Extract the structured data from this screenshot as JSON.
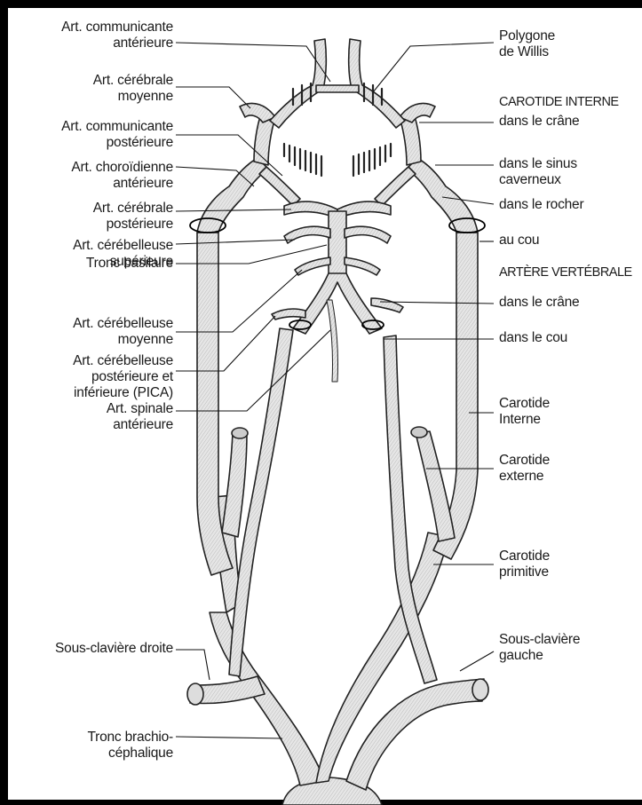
{
  "labels_left": [
    {
      "id": "comm_ant",
      "lines": [
        "Art. communicante",
        "antérieure"
      ]
    },
    {
      "id": "cer_moy",
      "lines": [
        "Art. cérébrale",
        "moyenne"
      ]
    },
    {
      "id": "comm_post",
      "lines": [
        "Art. communicante",
        "postérieure"
      ]
    },
    {
      "id": "choroid",
      "lines": [
        "Art. choroïdienne",
        "antérieure"
      ]
    },
    {
      "id": "cer_post",
      "lines": [
        "Art. cérébrale",
        "postérieure"
      ]
    },
    {
      "id": "cbl_sup",
      "lines": [
        "Art. cérébelleuse",
        "supérieure"
      ]
    },
    {
      "id": "tronc_bas",
      "lines": [
        "Tronc basilaire"
      ]
    },
    {
      "id": "cbl_moy",
      "lines": [
        "Art. cérébelleuse",
        "moyenne"
      ]
    },
    {
      "id": "pica",
      "lines": [
        "Art. cérébelleuse",
        "postérieure et",
        "inférieure (PICA)"
      ]
    },
    {
      "id": "spinale",
      "lines": [
        "Art. spinale",
        "antérieure"
      ]
    },
    {
      "id": "ssclav_d",
      "lines": [
        "Sous-clavière droite"
      ]
    },
    {
      "id": "tronc_bc",
      "lines": [
        "Tronc brachio-",
        "céphalique"
      ]
    }
  ],
  "labels_right": [
    {
      "id": "polygone",
      "lines": [
        "Polygone",
        "de Willis"
      ]
    },
    {
      "id": "car_int_h",
      "lines": [
        "CAROTIDE INTERNE"
      ]
    },
    {
      "id": "dans_crane1",
      "lines": [
        "dans le crâne"
      ]
    },
    {
      "id": "sinus",
      "lines": [
        "dans le sinus",
        "caverneux"
      ]
    },
    {
      "id": "rocher",
      "lines": [
        "dans le rocher"
      ]
    },
    {
      "id": "cou1",
      "lines": [
        "au cou"
      ]
    },
    {
      "id": "art_vert_h",
      "lines": [
        "ARTÈRE VERTÉBRALE"
      ]
    },
    {
      "id": "dans_crane2",
      "lines": [
        "dans le crâne"
      ]
    },
    {
      "id": "cou2",
      "lines": [
        "dans le cou"
      ]
    },
    {
      "id": "car_int",
      "lines": [
        "Carotide",
        "Interne"
      ]
    },
    {
      "id": "car_ext",
      "lines": [
        "Carotide",
        "externe"
      ]
    },
    {
      "id": "car_prim",
      "lines": [
        "Carotide",
        "primitive"
      ]
    },
    {
      "id": "ssclav_g",
      "lines": [
        "Sous-clavière",
        "gauche"
      ]
    }
  ],
  "colors": {
    "frame": "#000000",
    "vessel_fill": "#e2e2e2",
    "vessel_stroke": "#222222",
    "text": "#1a1a1a"
  }
}
